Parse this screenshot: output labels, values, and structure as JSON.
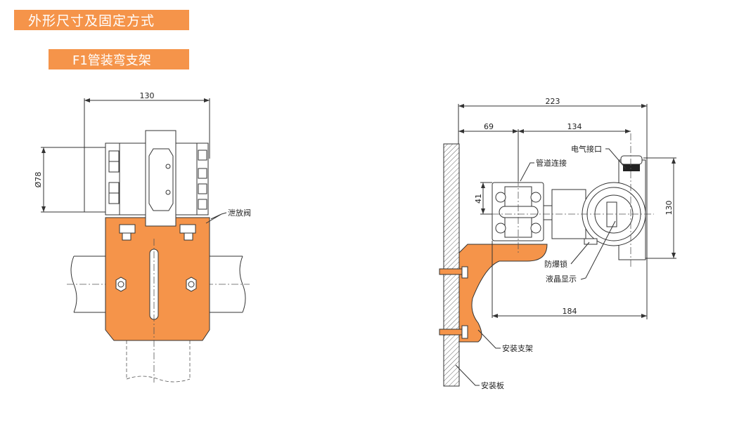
{
  "header": {
    "title": "外形尺寸及固定方式",
    "subtitle": "F1管装弯支架"
  },
  "left_view": {
    "dim_width": "130",
    "dim_diameter": "Ø78",
    "label_vent_valve": "泄放阀"
  },
  "right_view": {
    "dim_total": "223",
    "dim_69": "69",
    "dim_134": "134",
    "dim_41": "41",
    "dim_130": "130",
    "dim_184": "184",
    "label_electrical": "电气接口",
    "label_pipe_conn": "管道连接",
    "label_lock": "防爆锁",
    "label_lcd": "液晶显示",
    "label_bracket": "安装支架",
    "label_plate": "安装板"
  },
  "colors": {
    "accent": "#f5944a"
  }
}
